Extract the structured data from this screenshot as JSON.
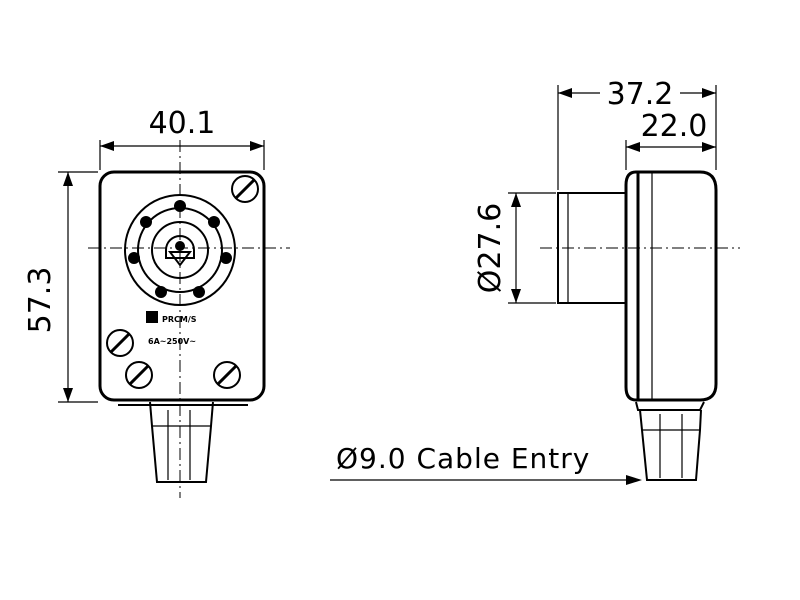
{
  "dimensions": {
    "front_width": "40.1",
    "front_height": "57.3",
    "side_total_depth": "37.2",
    "side_body_depth": "22.0",
    "boss_diameter": "Ø27.6",
    "cable_entry": "Ø9.0 Cable Entry"
  },
  "label": {
    "model": "PRCM/S",
    "rating": "6A~250V~"
  }
}
